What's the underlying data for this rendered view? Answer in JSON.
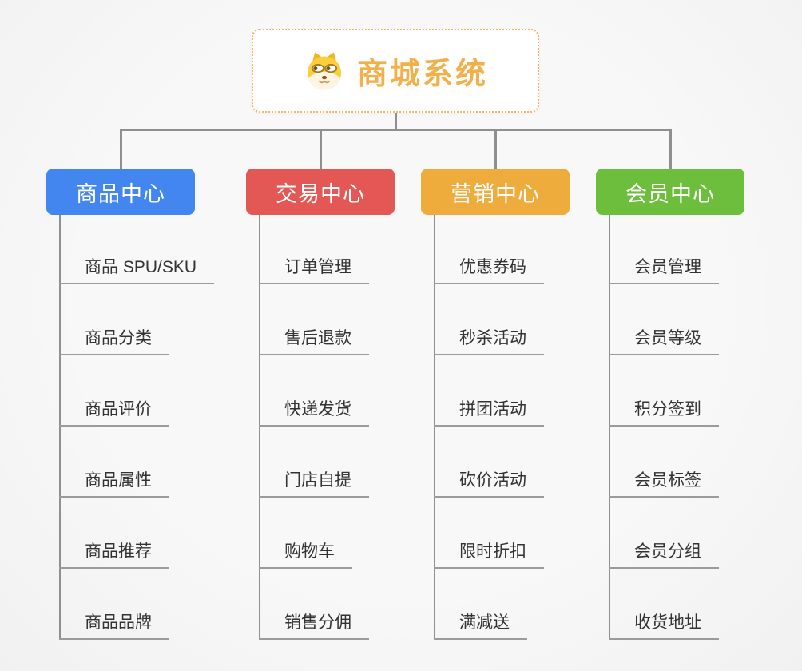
{
  "canvas": {
    "background": "#F7F7F7",
    "line_color": "#8F8F8F",
    "leaf_line_color": "#9B9B9B",
    "leaf_text_color": "#333333"
  },
  "root": {
    "title": "商城系统",
    "icon": "doge-icon",
    "text_color": "#F2B04A",
    "border_color": "#F3B45B",
    "background": "#FFFFFF"
  },
  "branches": [
    {
      "label": "商品中心",
      "color": "#4486F0",
      "items": [
        "商品 SPU/SKU",
        "商品分类",
        "商品评价",
        "商品属性",
        "商品推荐",
        "商品品牌"
      ]
    },
    {
      "label": "交易中心",
      "color": "#E35754",
      "items": [
        "订单管理",
        "售后退款",
        "快递发货",
        "门店自提",
        "购物车",
        "销售分佣"
      ]
    },
    {
      "label": "营销中心",
      "color": "#EEAC3C",
      "items": [
        "优惠券码",
        "秒杀活动",
        "拼团活动",
        "砍价活动",
        "限时折扣",
        "满减送"
      ]
    },
    {
      "label": "会员中心",
      "color": "#6CBE3C",
      "items": [
        "会员管理",
        "会员等级",
        "积分签到",
        "会员标签",
        "会员分组",
        "收货地址"
      ]
    }
  ]
}
